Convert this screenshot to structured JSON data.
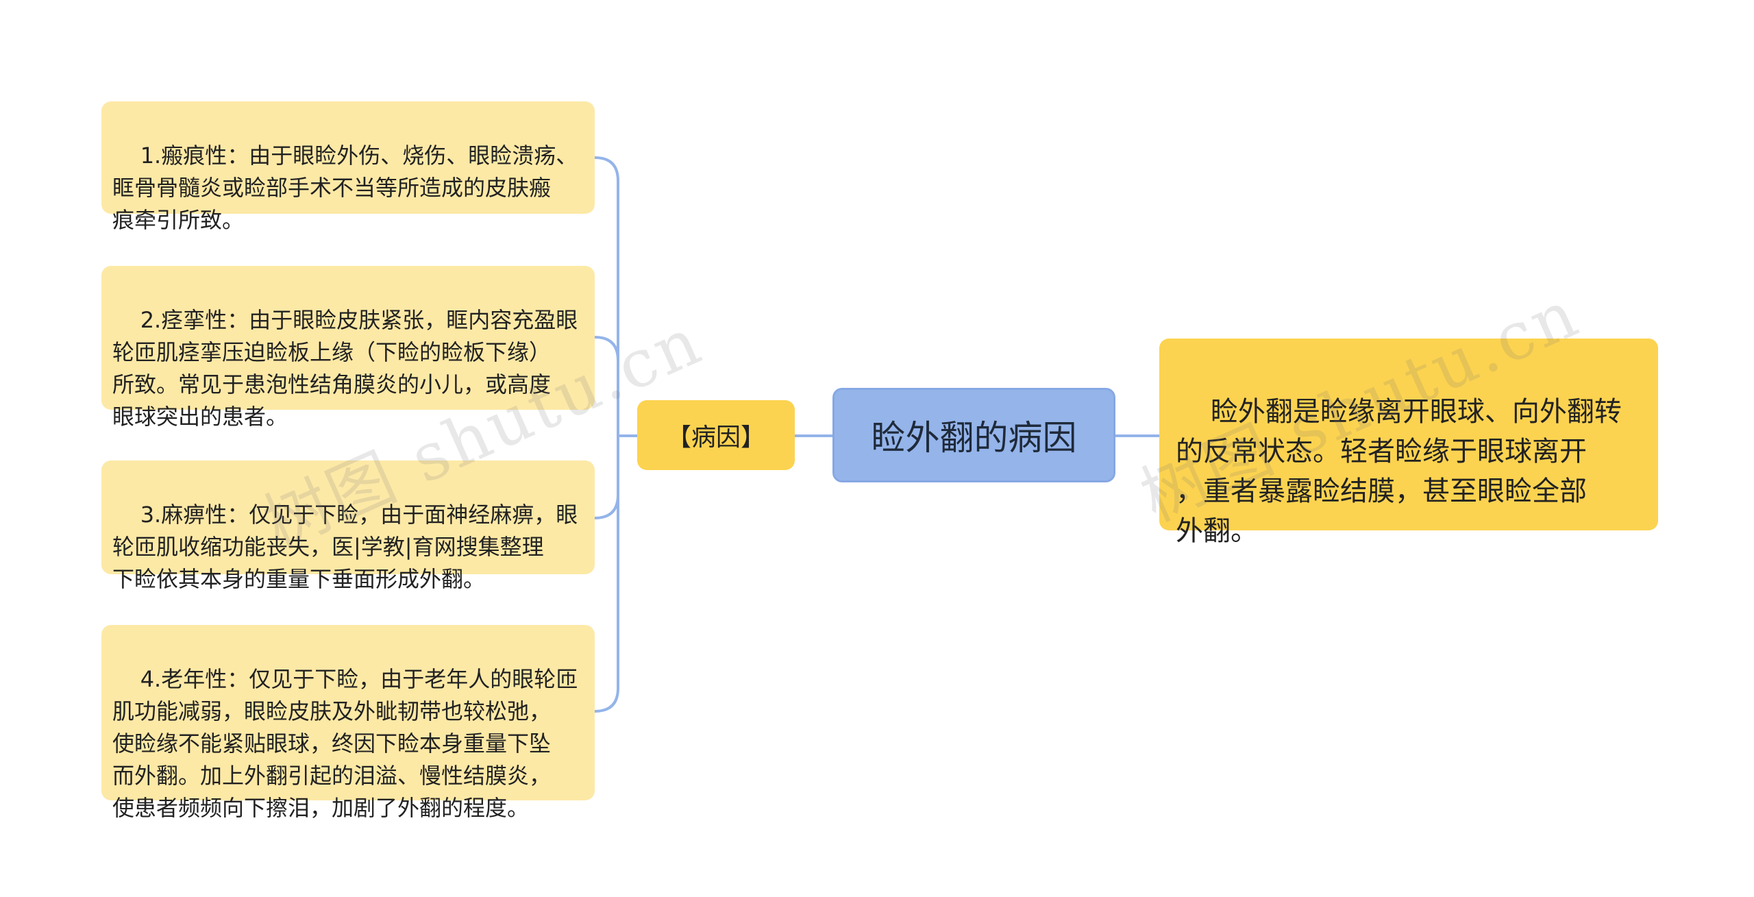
{
  "center": {
    "title": "睑外翻的病因"
  },
  "category": {
    "label": "【病因】"
  },
  "definition": {
    "text": "睑外翻是睑缘离开眼球、向外翻转\n的反常状态。轻者睑缘于眼球离开\n，重者暴露睑结膜，甚至眼睑全部\n外翻。"
  },
  "causes": [
    {
      "text": "1.瘢痕性：由于眼睑外伤、烧伤、眼睑溃疡、\n眶骨骨髓炎或睑部手术不当等所造成的皮肤瘢\n痕牵引所致。"
    },
    {
      "text": "2.痉挛性：由于眼睑皮肤紧张，眶内容充盈眼\n轮匝肌痉挛压迫睑板上缘（下睑的睑板下缘）\n所致。常见于患泡性结角膜炎的小儿，或高度\n眼球突出的患者。"
    },
    {
      "text": "3.麻痹性：仅见于下睑，由于面神经麻痹，眼\n轮匝肌收缩功能丧失，医|学教|育网搜集整理\n下睑依其本身的重量下垂面形成外翻。"
    },
    {
      "text": "4.老年性：仅见于下睑，由于老年人的眼轮匝\n肌功能减弱，眼睑皮肤及外眦韧带也较松弛，\n使睑缘不能紧贴眼球，终因下睑本身重量下坠\n而外翻。加上外翻引起的泪溢、慢性结膜炎，\n使患者频频向下擦泪，加剧了外翻的程度。"
    }
  ],
  "watermarks": [
    {
      "text": "树图 shutu.cn"
    },
    {
      "text": "树图 shutu.cn"
    }
  ],
  "colors": {
    "center_fill": "#94b4ea",
    "category_fill": "#fcd350",
    "leaf_fill": "#fde9a6",
    "connector": "#94b4ea"
  }
}
